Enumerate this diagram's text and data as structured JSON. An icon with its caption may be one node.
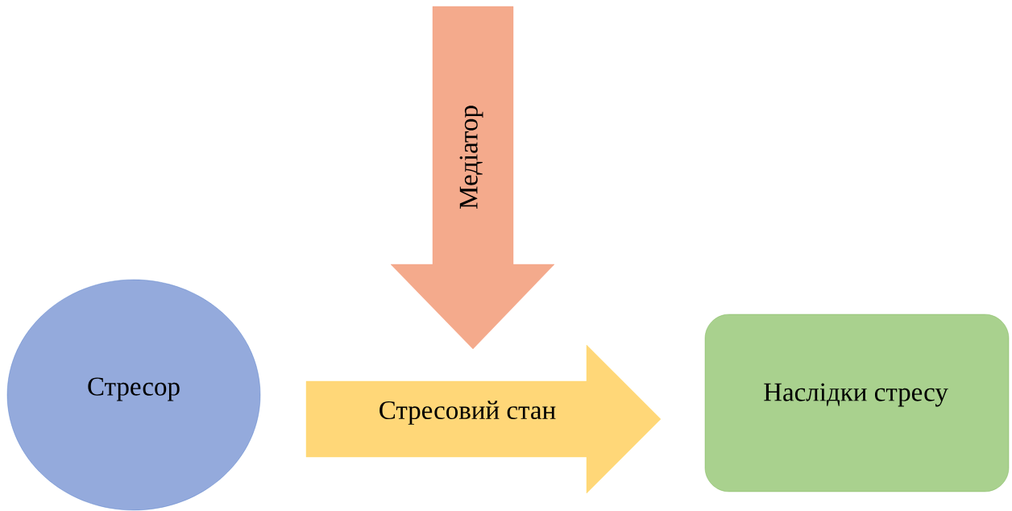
{
  "diagram": {
    "nodes": [
      {
        "text": [
          "Стресор"
        ]
      },
      {
        "text": [
          "Стресовий стан"
        ]
      },
      {
        "text": [
          "Медіатор"
        ]
      },
      {
        "text": [
          "Наслідки стресу"
        ]
      }
    ]
  }
}
